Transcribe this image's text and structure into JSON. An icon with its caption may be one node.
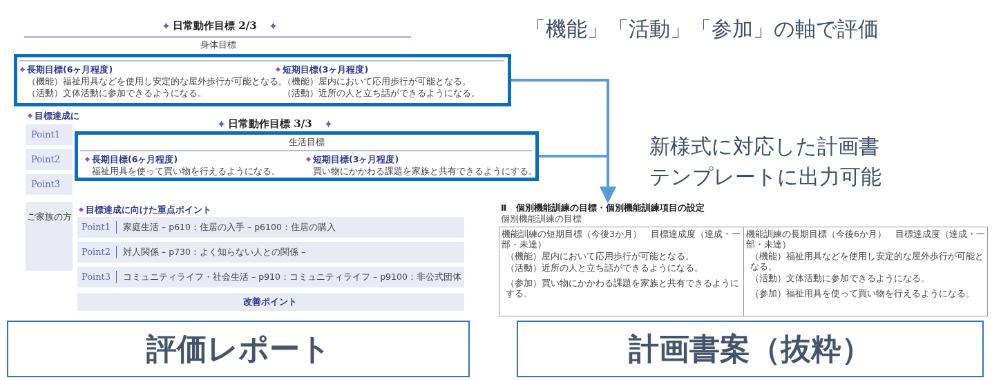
{
  "diagram": {
    "nodes": [
      {
        "text": [
          "長期目標(6ヶ月程度)",
          "（機能）福祉用具などを使用し安定的な屋外歩行が可能となる。",
          "（活動）文体活動に参加できるようになる。",
          "短期目標(3ヶ月程度)",
          "（機能）屋内において応用歩行が可能となる。",
          "（活動）近所の人と立ち話ができるようになる。"
        ]
      },
      {
        "text": [
          "生活目標",
          "長期目標(6ヶ月程度)",
          "福祉用具を使って買い物を行えるようになる。",
          "短期目標(3ヶ月程度)",
          "買い物にかかわる課題を家族と共有できるようにする。"
        ]
      },
      {
        "text": [
          "Ⅱ　個別機能訓練の目標・個別機能訓練項目の設定",
          "個別機能訓練の目標",
          "機能訓練の短期目標（今後3か月）　目標達成度（達成・一部・未達）",
          "（機能）屋内において応用歩行が可能となる。",
          "（活動）近所の人と立ち話ができるようになる。",
          "（参加）買い物にかかわる課題を家族と共有できるようにする。",
          "機能訓練の長期目標（今後6か月）　目標達成度（達成・一部・未達）",
          "（機能）福祉用具などを使用し安定的な屋外歩行が可能となる。",
          "（活動）文体活動に参加できるようになる。",
          "（参加）福祉用具を使って買い物を行えるようになる。"
        ]
      },
      {
        "text": [
          "評価レポート"
        ]
      },
      {
        "text": [
          "計画書案（抜粋）"
        ]
      }
    ],
    "edges": [
      {
        "from": 0,
        "to": 2,
        "arrow": "to"
      },
      {
        "from": 1,
        "to": 2,
        "arrow": "to"
      }
    ],
    "labels": [
      "日常動作目標 2/3",
      "身体目標",
      "「機能」「活動」「参加」の軸で評価",
      "目標達成に",
      "Point1",
      "Point2",
      "Point3",
      "日常動作目標 3/3",
      "新様式に対応した計画書テンプレートに出力可能",
      "目標達成に向けた重点ポイント",
      "ご家族の方",
      "Point1",
      "家庭生活 – p610：住居の入手 – p6100：住居の購入",
      "Point2",
      "対人関係 – p730：よく知らない人との関係 –",
      "Point3",
      "コミュニティライフ・社会生活 – p910：コミュニティライフ – p9100：非公式団体",
      "改善ポイント"
    ]
  }
}
